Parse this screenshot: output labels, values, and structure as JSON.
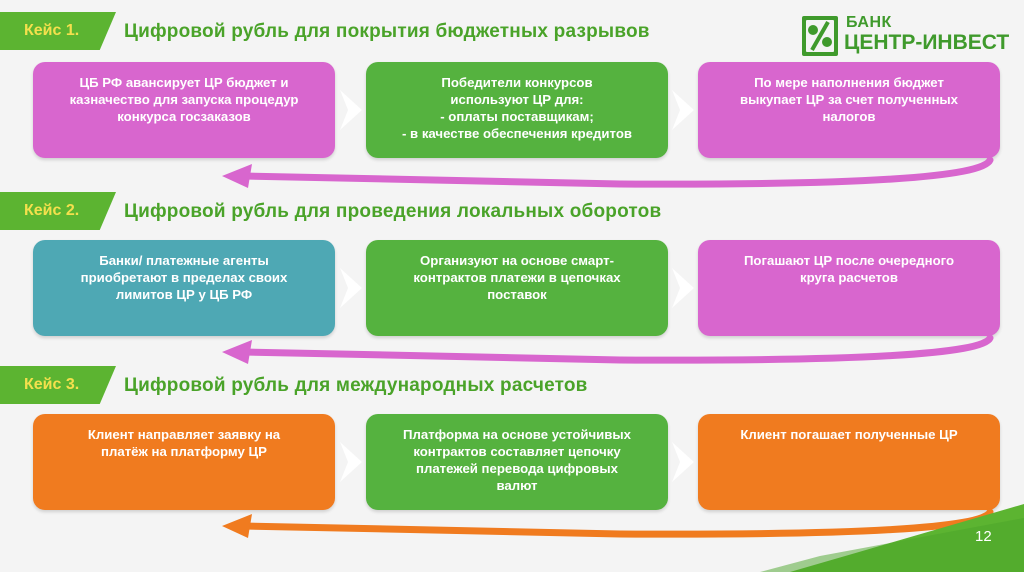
{
  "logo": {
    "line1": "БАНК",
    "line2": "ЦЕНТР-ИНВЕСТ"
  },
  "page_number": "12",
  "cases": [
    {
      "tag": "Кейс 1.",
      "title": "Цифровой рубль для покрытия бюджетных разрывов",
      "boxes": [
        {
          "color": "magenta",
          "lines": [
            "ЦБ РФ  авансирует ЦР бюджет и",
            "казначество для запуска процедур",
            "конкурса госзаказов"
          ]
        },
        {
          "color": "green",
          "lines": [
            "Победители конкурсов",
            "используют ЦР для:",
            "- оплаты  поставщикам;",
            "- в качестве обеспечения кредитов"
          ]
        },
        {
          "color": "magenta",
          "lines": [
            "По мере наполнения бюджет",
            "выкупает ЦР  за счет полученных",
            "налогов"
          ]
        }
      ],
      "return_arrow_color": "#d866ce"
    },
    {
      "tag": "Кейс 2.",
      "title": "Цифровой рубль для проведения локальных оборотов",
      "boxes": [
        {
          "color": "teal",
          "lines": [
            "Банки/ платежные агенты",
            "приобретают в пределах своих",
            "лимитов ЦР у ЦБ РФ"
          ]
        },
        {
          "color": "green",
          "lines": [
            "Организуют на основе смарт-",
            "контрактов  платежи в цепочках",
            "поставок"
          ]
        },
        {
          "color": "magenta",
          "lines": [
            "Погашают ЦР после очередного",
            "круга расчетов"
          ]
        }
      ],
      "return_arrow_color": "#d866ce"
    },
    {
      "tag": "Кейс 3.",
      "title": "Цифровой рубль для международных расчетов",
      "boxes": [
        {
          "color": "orange",
          "lines": [
            "Клиент направляет заявку на",
            "платёж на платформу ЦР"
          ]
        },
        {
          "color": "green",
          "lines": [
            "Платформа на основе устойчивых",
            "контрактов составляет цепочку",
            "платежей перевода цифровых",
            "валют"
          ]
        },
        {
          "color": "orange",
          "lines": [
            "Клиент погашает полученные ЦР"
          ]
        }
      ],
      "return_arrow_color": "#f07b1f"
    }
  ]
}
